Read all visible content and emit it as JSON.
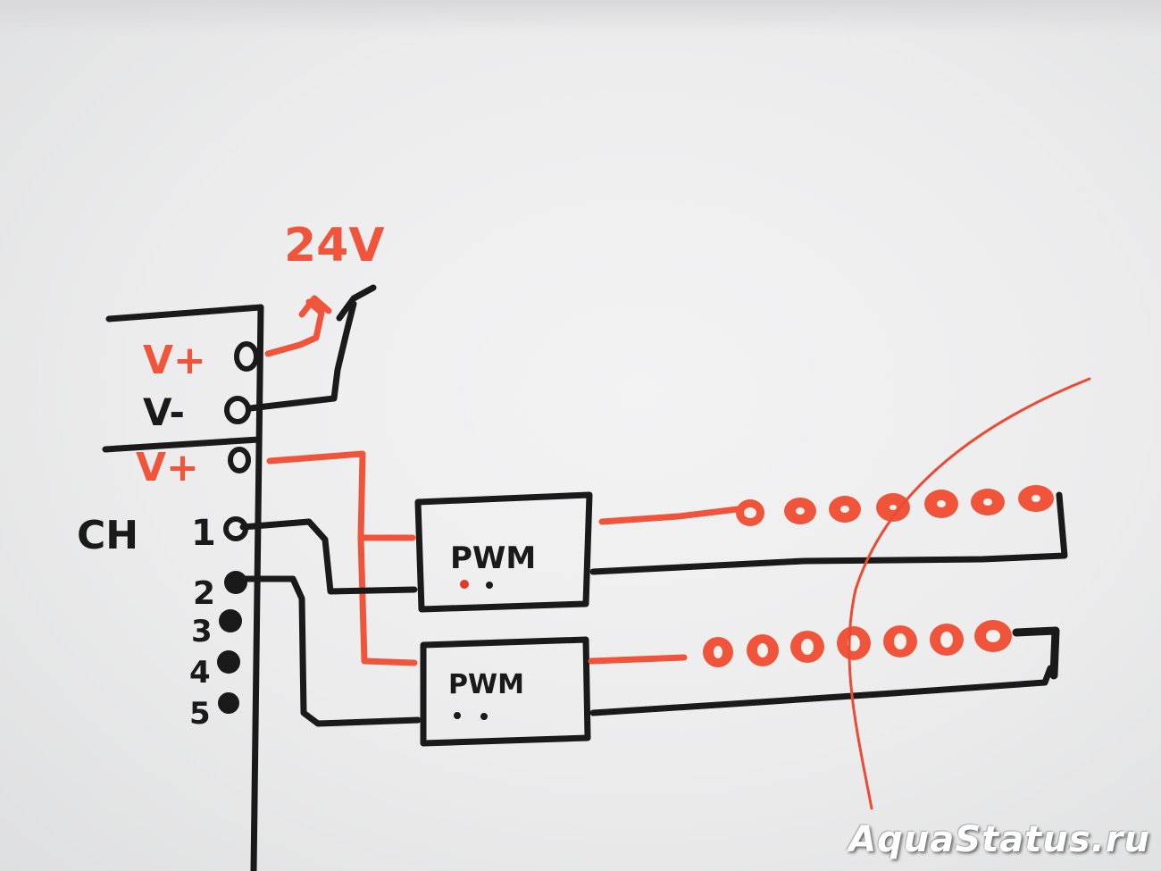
{
  "diagram": {
    "supply_label": "24V",
    "terminals": {
      "power_pos": "V+",
      "power_neg": "V-",
      "out_pos": "V+",
      "ch_label": "CH",
      "ch1": "1",
      "ch2": "2",
      "ch3": "3",
      "ch4": "4",
      "ch5": "5"
    },
    "pwm_top": "PWM",
    "pwm_bottom": "PWM"
  },
  "watermark": "AquaStatus.ru",
  "colors": {
    "ink_black": "#1a1a1a",
    "ink_red": "#f0553c",
    "paper": "#eeeeef"
  }
}
